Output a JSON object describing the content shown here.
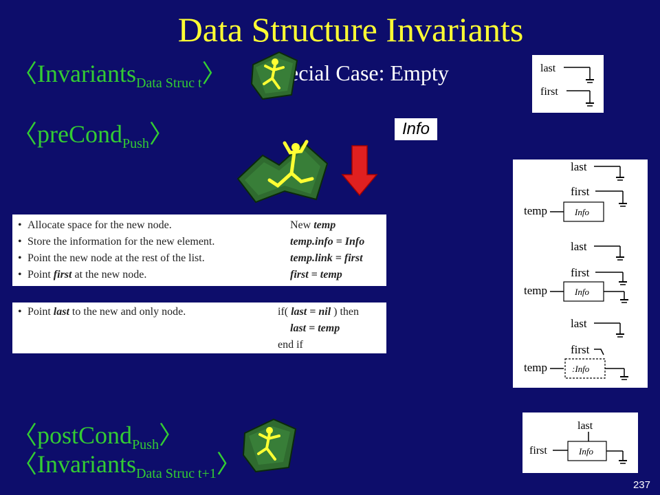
{
  "slide": {
    "title": "Data Structure Invariants",
    "page_number": "237",
    "colors": {
      "background": "#0d0d6b",
      "title": "#ffff33",
      "green_text": "#33cc33",
      "arrow": "#e02020"
    }
  },
  "conditions": {
    "inv_t": {
      "main": "Invariants",
      "sub": "Data Struc t"
    },
    "special_case": "ecial Case: Empty",
    "pre": {
      "main": "preCond",
      "sub": "Push"
    },
    "post": {
      "main": "postCond",
      "sub": "Push"
    },
    "inv_t1": {
      "main": "Invariants",
      "sub": "Data Struc t+1"
    }
  },
  "info_chip": "Info",
  "code_box_1": {
    "rows": [
      {
        "bullet": "•",
        "text_a": "Allocate space for the new node.",
        "right_a": "New ",
        "right_b": "temp",
        "right_c": ""
      },
      {
        "bullet": "•",
        "text_a": "Store the information for the new element.",
        "right_a": "",
        "right_b": "temp.info",
        "right_c": " = Info"
      },
      {
        "bullet": "•",
        "text_a": "Point the new node at the rest of the list.",
        "right_a": "",
        "right_b": "temp.link",
        "right_c": " = first"
      },
      {
        "bullet": "•",
        "text_a": "Point ",
        "text_b": "first",
        "text_c": " at the new node.",
        "right_a": "",
        "right_b": "first",
        "right_c": " = temp"
      }
    ]
  },
  "code_box_2": {
    "bullet": "•",
    "text_a": "Point ",
    "text_b": "last",
    "text_c": " to the new and only node.",
    "line1_a": "if( ",
    "line1_b": "last = nil",
    "line1_c": " ) then",
    "line2_b": "last = temp",
    "line3": "end if"
  },
  "diagrams": {
    "labels": {
      "last": "last",
      "first": "first",
      "temp": "temp",
      "info": "Info"
    },
    "info_partial": ":Info"
  },
  "icons": [
    "frog-icon",
    "frog-icon",
    "frog-icon",
    "arrow-down-icon"
  ]
}
